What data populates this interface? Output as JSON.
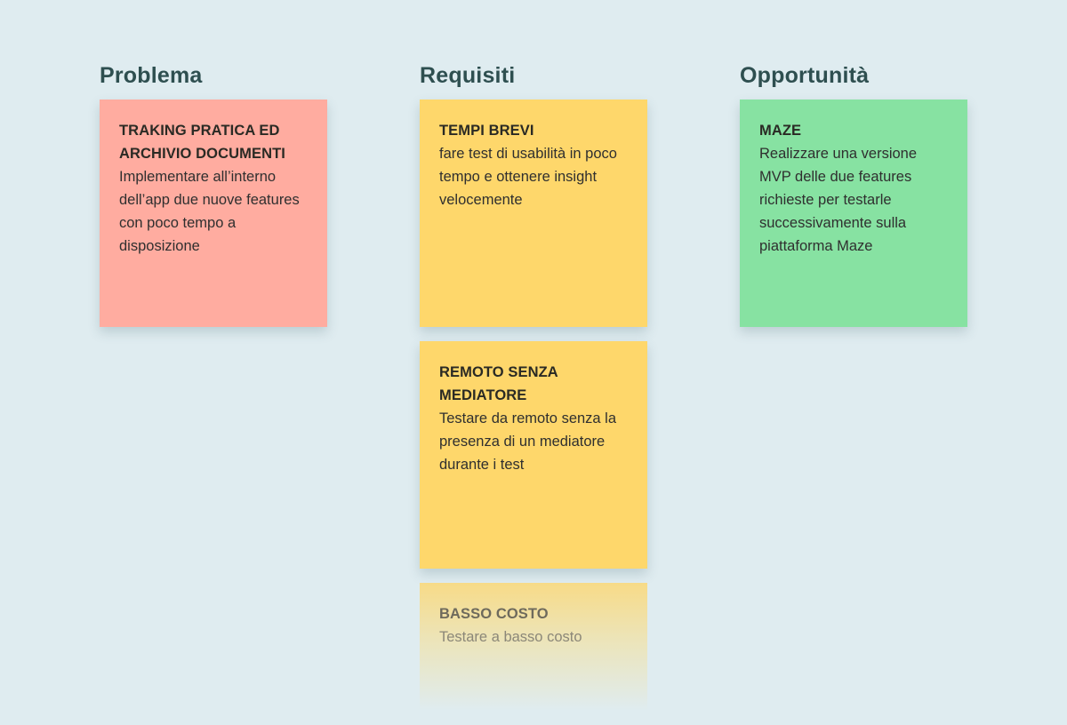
{
  "columns": [
    {
      "title": "Problema",
      "notes": [
        {
          "title": "TRAKING PRATICA ED ARCHIVIO DOCUMENTI",
          "text": "Implementare all’interno dell’app due nuove features con poco tempo a disposizione",
          "color": "#ffaca0"
        }
      ]
    },
    {
      "title": "Requisiti",
      "notes": [
        {
          "title": "TEMPI BREVI",
          "text": "fare test di usabilità in poco tempo e ottenere insight velocemente",
          "color": "#fed76b"
        },
        {
          "title": "REMOTO SENZA MEDIATORE",
          "text": "Testare da remoto senza la presenza di un mediatore durante i test",
          "color": "#fed76b"
        },
        {
          "title": "BASSO COSTO",
          "text": "Testare a basso costo",
          "color": "#fed76b"
        }
      ]
    },
    {
      "title": "Opportunità",
      "notes": [
        {
          "title": "MAZE",
          "text": "Realizzare una versione MVP delle due features richieste per testarle successivamente sulla piattaforma Maze",
          "color": "#87e2a2"
        }
      ]
    }
  ]
}
